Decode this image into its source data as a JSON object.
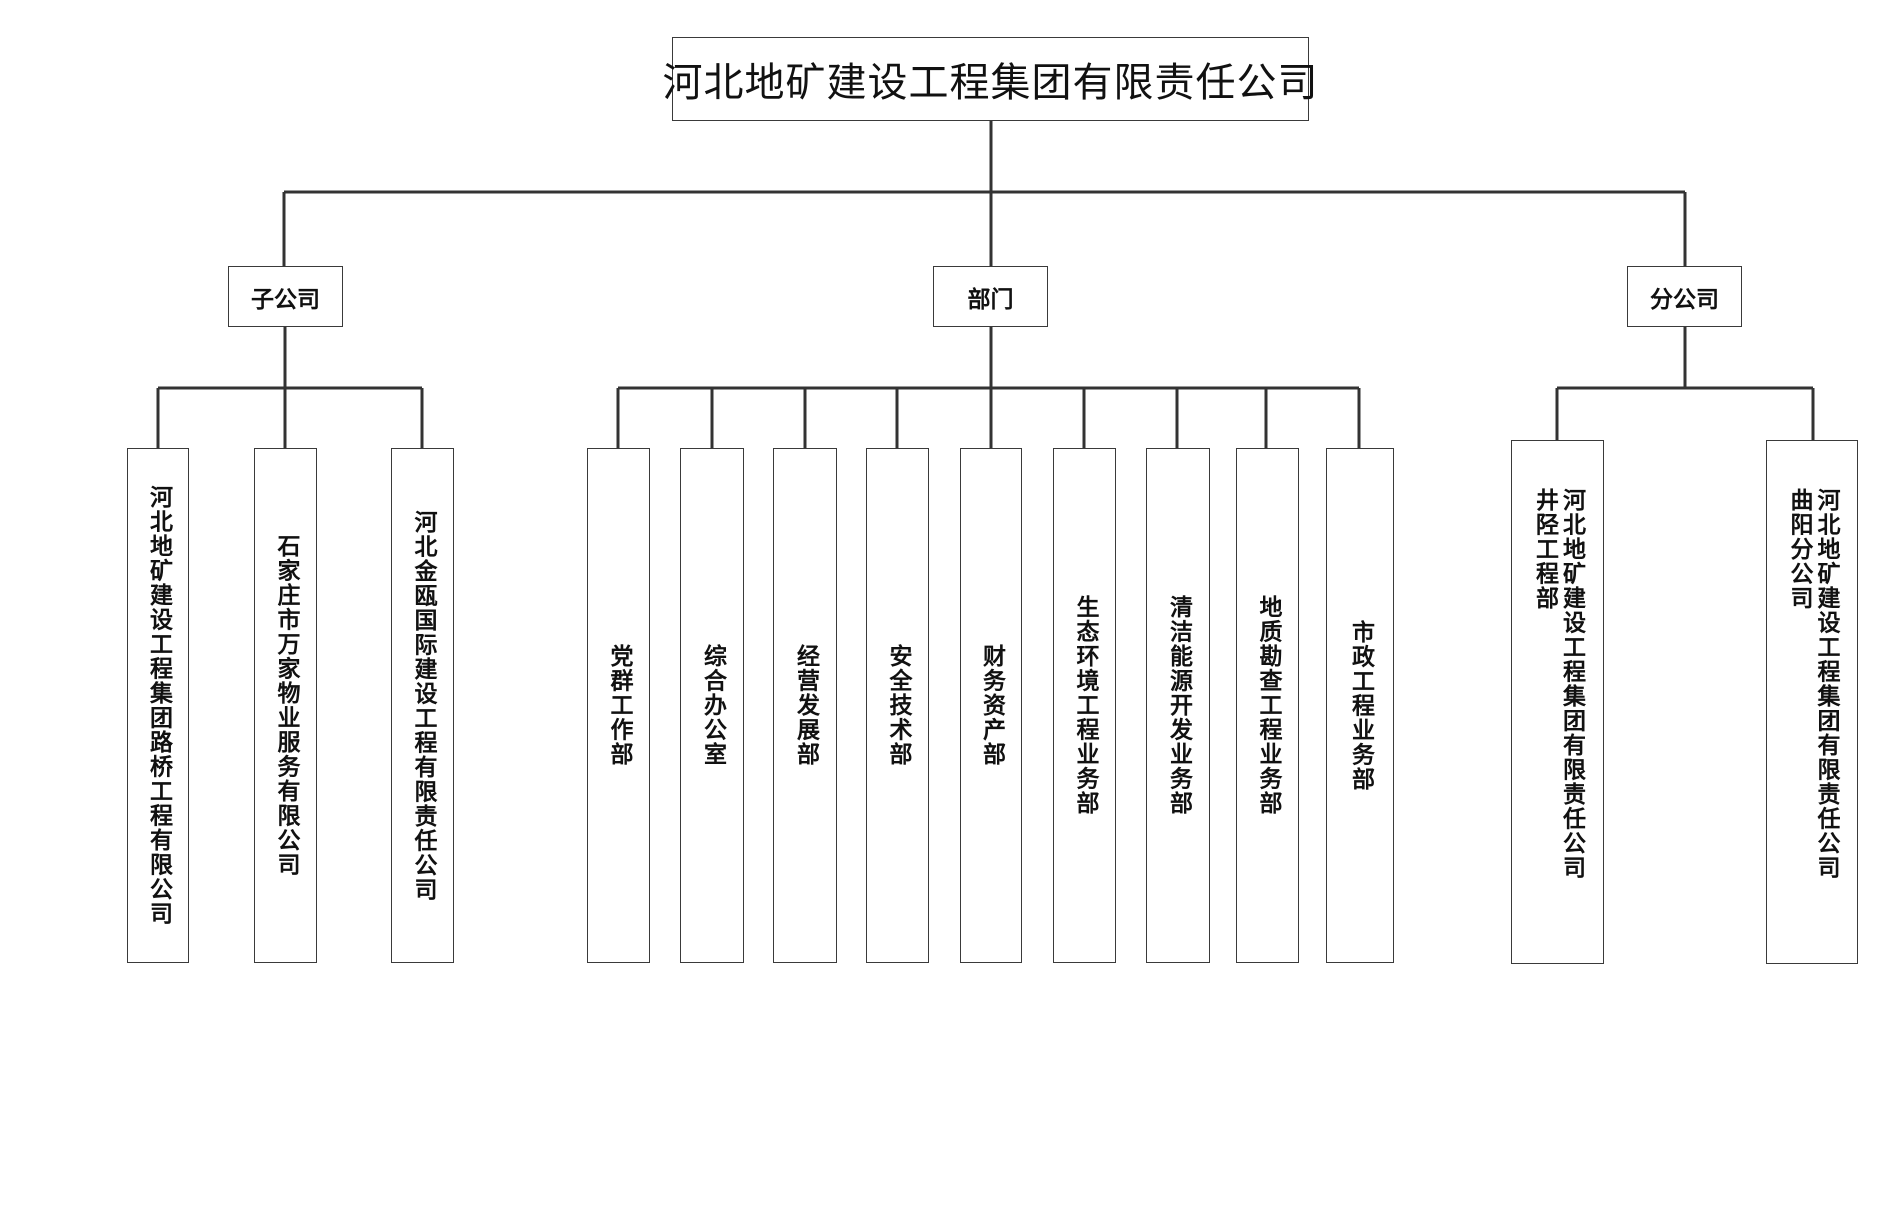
{
  "org_chart": {
    "root": "河北地矿建设工程集团有限责任公司",
    "groups": [
      {
        "label": "子公司",
        "children": [
          "河北地矿建设工程集团路桥工程有限公司",
          "石家庄市万家物业服务有限公司",
          "河北金瓯国际建设工程有限责任公司"
        ]
      },
      {
        "label": "部门",
        "children": [
          "党群工作部",
          "综合办公室",
          "经营发展部",
          "安全技术部",
          "财务资产部",
          "生态环境工程业务部",
          "清洁能源开发业务部",
          "地质勘查工程业务部",
          "市政工程业务部"
        ]
      },
      {
        "label": "分公司",
        "children": [
          "河北地矿建设工程集团有限责任公司 井陉工程部",
          "河北地矿建设工程集团有限责任公司 曲阳分公司"
        ]
      }
    ]
  }
}
